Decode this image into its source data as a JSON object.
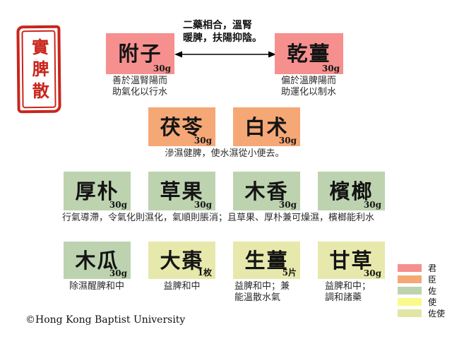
{
  "seal": {
    "title": "實脾散"
  },
  "colors": {
    "jun": "#F5908F",
    "chen": "#F5A876",
    "zuo": "#BDD3B0",
    "shi": "#FAFA8C",
    "zuoshi": "#E7E9AC",
    "legend_zuoshi": "#E2E5A5",
    "seal_red": "#C9251C"
  },
  "relation": {
    "label": "二藥相合，溫腎\n暖脾，扶陽抑陰。"
  },
  "herbs": {
    "fuzi": {
      "name": "附子",
      "dose": "30g",
      "note": "善於溫腎陽而\n助氣化以行水"
    },
    "ganjiang": {
      "name": "乾薑",
      "dose": "30g",
      "note": "偏於溫脾陽而\n助運化以制水"
    },
    "fuling": {
      "name": "茯苓",
      "dose": "30g"
    },
    "baizhu": {
      "name": "白术",
      "dose": "30g"
    },
    "houpo": {
      "name": "厚朴",
      "dose": "30g"
    },
    "caoguo": {
      "name": "草果",
      "dose": "30g"
    },
    "muxiang": {
      "name": "木香",
      "dose": "30g"
    },
    "binglang": {
      "name": "檳榔",
      "dose": "30g"
    },
    "mugua": {
      "name": "木瓜",
      "dose": "30g",
      "note": "除濕醒脾和中"
    },
    "dazao": {
      "name": "大棗",
      "dose": "1枚",
      "note": "益脾和中"
    },
    "shengjiang": {
      "name": "生薑",
      "dose": "5片",
      "note": "益脾和中；兼\n能溫散水氣"
    },
    "gancao": {
      "name": "甘草",
      "dose": "30g",
      "note": "益脾和中；\n調和諸藥"
    }
  },
  "group_notes": {
    "chen": "滲濕健脾，使水濕從小便去。",
    "zuo": "行氣導滯，令氣化則濕化，氣順則脹消；且草果、厚朴兼可燥濕，檳榔能利水"
  },
  "legend": {
    "items": [
      {
        "label": "君",
        "color": "#F5908F"
      },
      {
        "label": "臣",
        "color": "#F5A876"
      },
      {
        "label": "佐",
        "color": "#BDD3B0"
      },
      {
        "label": "使",
        "color": "#FAFA8C"
      },
      {
        "label": "佐使",
        "color": "#E2E5A5"
      }
    ]
  },
  "footer": {
    "copyright": "©Hong Kong Baptist University"
  }
}
